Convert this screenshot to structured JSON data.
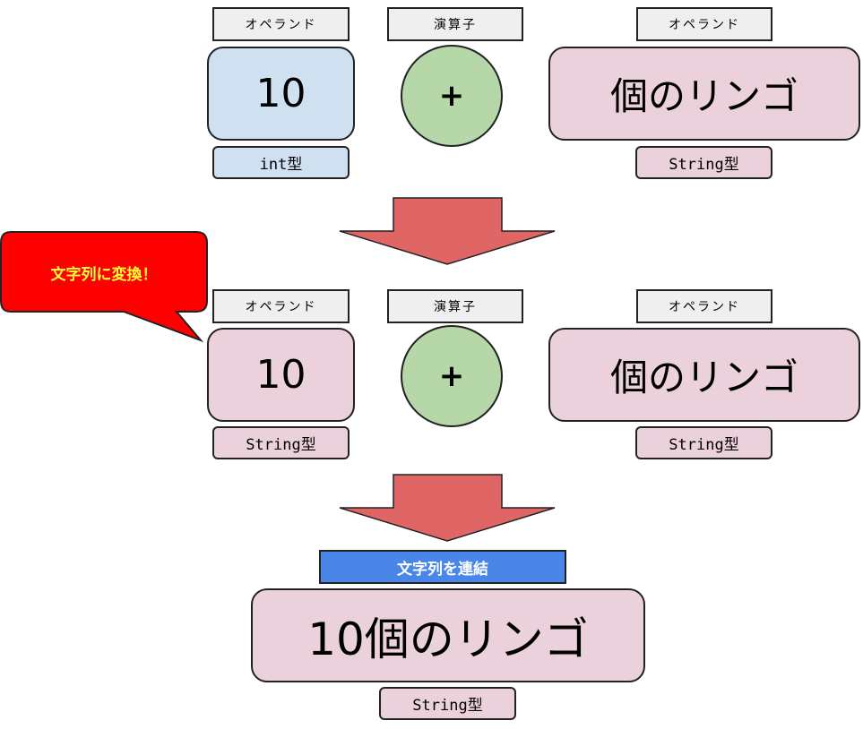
{
  "row1": {
    "left_label": "オペランド",
    "left_value": "10",
    "left_type": "int型",
    "op_label": "演算子",
    "op_value": "+",
    "right_label": "オペランド",
    "right_value": "個のリンゴ",
    "right_type": "String型"
  },
  "callout": {
    "text": "文字列に変換！"
  },
  "row2": {
    "left_label": "オペランド",
    "left_value": "10",
    "left_type": "String型",
    "op_label": "演算子",
    "op_value": "+",
    "right_label": "オペランド",
    "right_value": "個のリンゴ",
    "right_type": "String型"
  },
  "result": {
    "header": "文字列を連結",
    "value": "10個のリンゴ",
    "type": "String型"
  },
  "colors": {
    "int_fill": "#cfe0f1",
    "string_fill": "#ead1dc",
    "operator_fill": "#b6d7a8",
    "arrow_fill": "#e06666",
    "callout_fill": "#ff0000",
    "callout_text": "#ffff33",
    "concat_fill": "#4a86e8"
  }
}
